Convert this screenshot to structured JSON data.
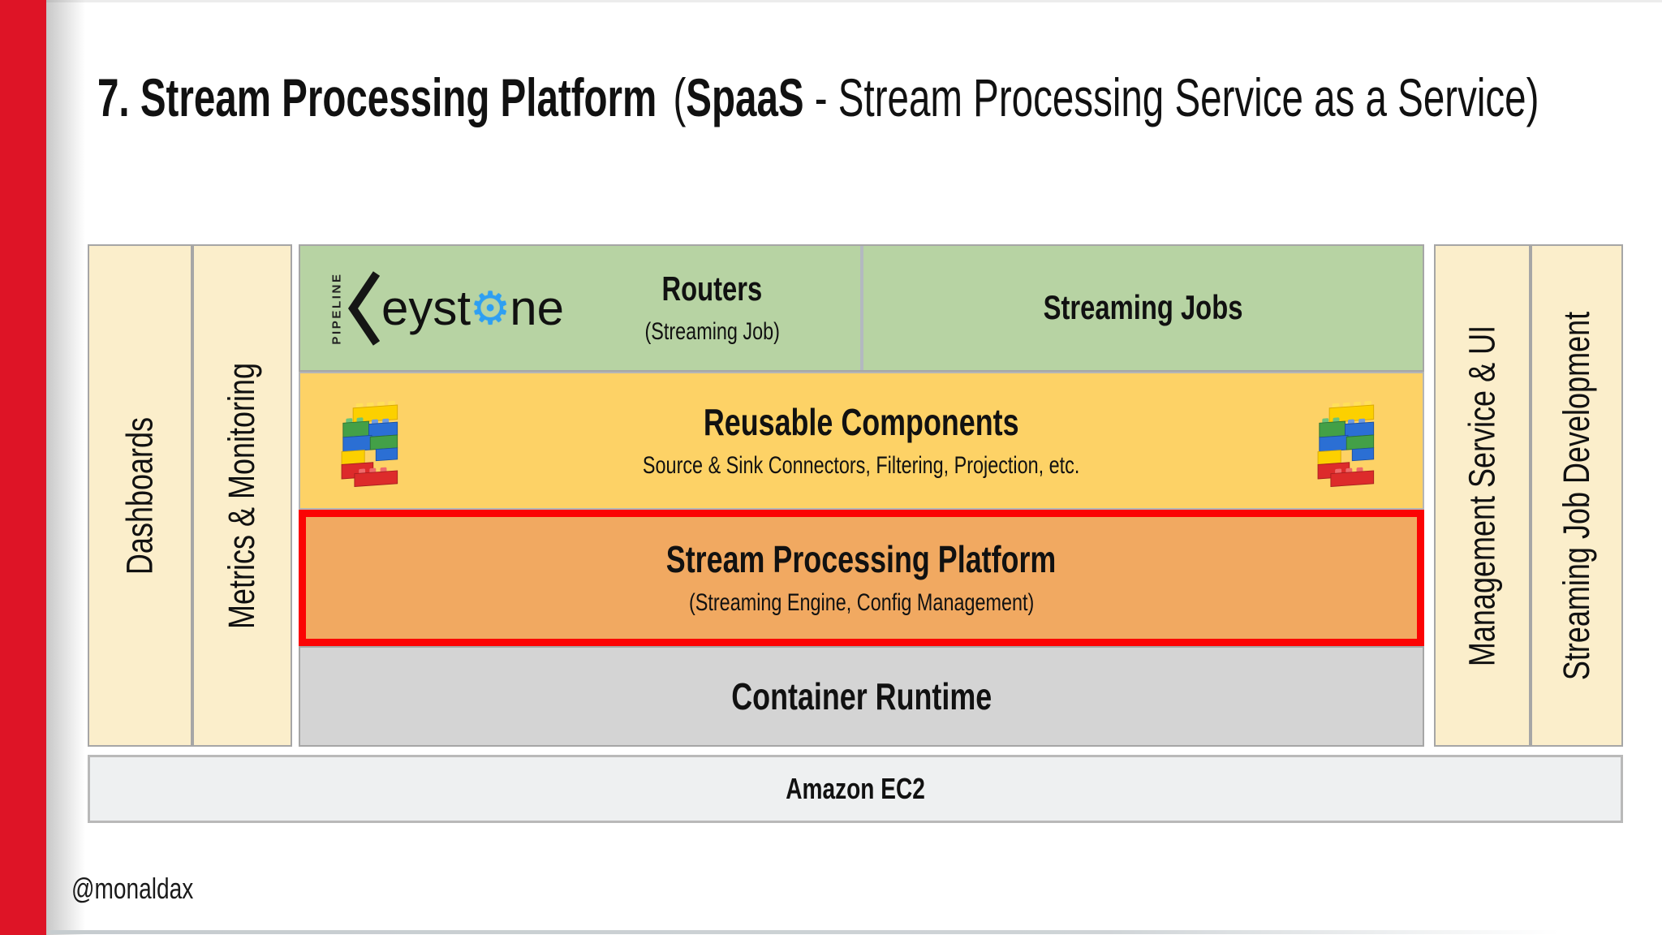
{
  "title": {
    "main": "7. Stream Processing Platform",
    "paren": "(",
    "emph": "SpaaS",
    "rest": " - Stream Processing Service as a Service)"
  },
  "footer": {
    "handle": "@monaldax"
  },
  "sidebars": {
    "left": [
      {
        "label": "Dashboards"
      },
      {
        "label": "Metrics & Monitoring"
      }
    ],
    "right": [
      {
        "label": "Management Service & UI"
      },
      {
        "label": "Streaming Job Development"
      }
    ]
  },
  "keystone_logo": {
    "pipeline": "PIPELINE",
    "text_before_gear": "eyst",
    "text_after_gear": "ne",
    "gear_icon": "⚙"
  },
  "stack": {
    "routers": {
      "title": "Routers",
      "subtitle": "(Streaming Job)"
    },
    "streaming_jobs": {
      "title": "Streaming Jobs"
    },
    "reusable_components": {
      "title": "Reusable Components",
      "subtitle": "Source & Sink Connectors, Filtering, Projection, etc."
    },
    "stream_processing_platform": {
      "title": "Stream Processing Platform",
      "subtitle": "(Streaming Engine, Config Management)"
    },
    "container_runtime": {
      "title": "Container Runtime"
    },
    "amazon_ec2": {
      "title": "Amazon EC2"
    }
  },
  "icons": {
    "gear": "gear-icon",
    "keystone_k": "keystone-k-icon",
    "lego": "lego-blocks-icon"
  },
  "colors": {
    "accent_red_stripe": "#de1426",
    "highlight_border": "#fb0404",
    "green_layer": "#b7d3a3",
    "yellow_layer": "#fdd266",
    "orange_layer": "#f1a961",
    "gray_layer": "#d4d4d4",
    "ec2_layer": "#eef0f1",
    "cream_sidebar": "#fbeecb",
    "keystone_gear_blue": "#2e9ff2"
  }
}
